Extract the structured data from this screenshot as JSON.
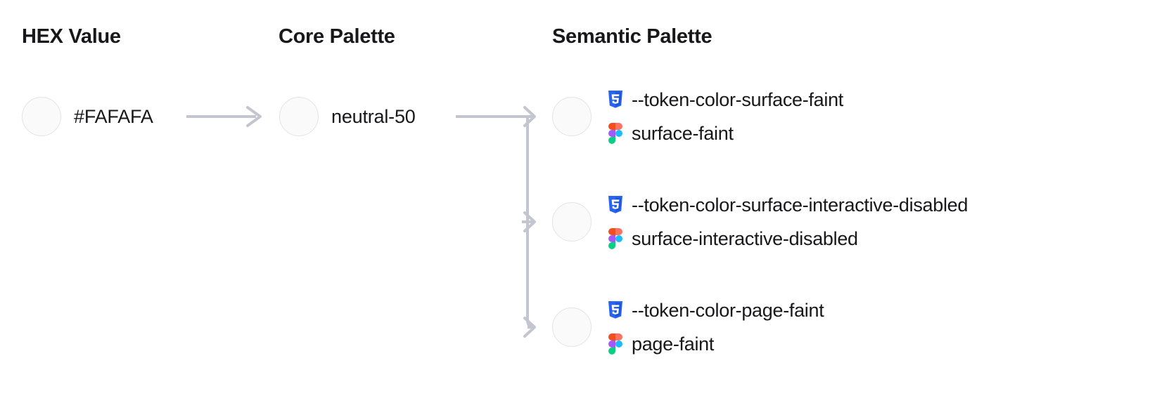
{
  "columns": {
    "hex": {
      "heading": "HEX Value"
    },
    "core": {
      "heading": "Core Palette"
    },
    "semantic": {
      "heading": "Semantic Palette"
    }
  },
  "hex": {
    "value": "#FAFAFA",
    "swatch_color": "#FAFAFA"
  },
  "core": {
    "value": "neutral-50",
    "swatch_color": "#FAFAFA"
  },
  "semantic": {
    "rows": [
      {
        "css_variable": "--token-color-surface-faint",
        "figma_token": "surface-faint",
        "swatch_color": "#FAFAFA",
        "css_icon": "css3-icon",
        "figma_icon": "figma-icon"
      },
      {
        "css_variable": "--token-color-surface-interactive-disabled",
        "figma_token": "surface-interactive-disabled",
        "swatch_color": "#FAFAFA",
        "css_icon": "css3-icon",
        "figma_icon": "figma-icon"
      },
      {
        "css_variable": "--token-color-page-faint",
        "figma_token": "page-faint",
        "swatch_color": "#FAFAFA",
        "css_icon": "css3-icon",
        "figma_icon": "figma-icon"
      }
    ]
  },
  "theme": {
    "background": "#FFFFFF",
    "text_color": "#18181B",
    "connector_color": "#C3C6CF",
    "swatch_border": "#E4E4E7",
    "css_icon_color": "#2765F1",
    "figma_orange": "#F24E1E",
    "figma_purple": "#A259FF",
    "figma_blue": "#1ABCFE",
    "figma_green": "#0ACF83",
    "figma_red": "#FF7262"
  },
  "connectors": {
    "hex_to_core": "arrow-right",
    "core_to_semantic": "branching-arrow-right"
  }
}
